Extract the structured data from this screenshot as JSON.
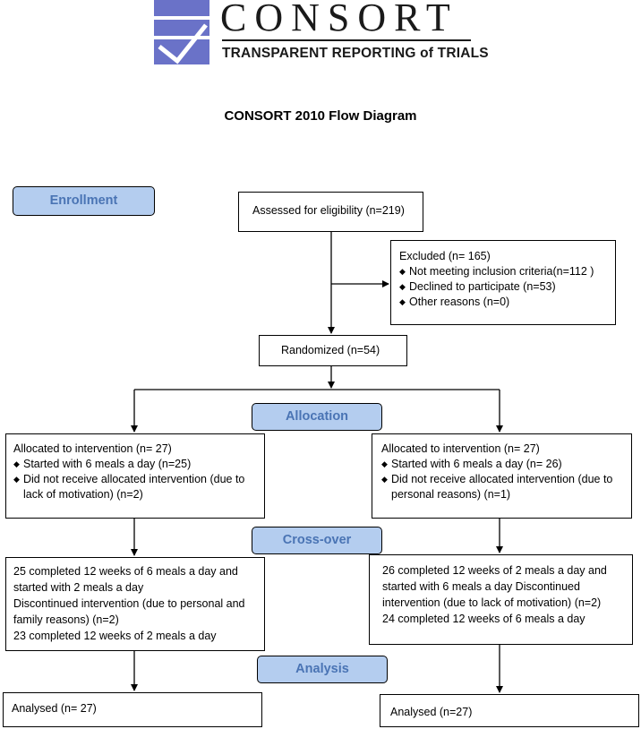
{
  "logo": {
    "wordmark": "CONSORT",
    "subtitle": "TRANSPARENT REPORTING of TRIALS",
    "colors": {
      "mark": "#6a72c8",
      "text": "#1a1a1a"
    }
  },
  "title": "CONSORT 2010 Flow Diagram",
  "stages": {
    "enrollment": "Enrollment",
    "allocation": "Allocation",
    "crossover": "Cross-over",
    "analysis": "Analysis"
  },
  "assessed": "Assessed for eligibility (n=219)",
  "excluded": {
    "heading": "Excluded (n= 165)",
    "items": [
      "Not meeting inclusion criteria(n=112 )",
      "Declined to participate (n=53)",
      "Other reasons (n=0)"
    ]
  },
  "randomized": "Randomized (n=54)",
  "left": {
    "allocation": {
      "heading": "Allocated to intervention (n= 27)",
      "items": [
        "Started with 6 meals a day (n=25)",
        "Did not receive allocated intervention (due to lack of motivation) (n=2)"
      ]
    },
    "crossover": [
      "25 completed 12 weeks of 6 meals a day and started with 2 meals a day",
      "Discontinued intervention (due to personal and family reasons) (n=2)",
      "23 completed 12 weeks of 2 meals a day"
    ],
    "analysis": "Analysed  (n= 27)"
  },
  "right": {
    "allocation": {
      "heading": "Allocated to intervention (n= 27)",
      "items": [
        "Started with 6 meals a day (n= 26)",
        "Did not receive allocated intervention (due to personal reasons) (n=1)"
      ]
    },
    "crossover": [
      "26 completed 12 weeks of 2 meals a day and started with 6 meals a day Discontinued intervention (due to lack of motivation) (n=2)",
      "24 completed 12 weeks of 6 meals a day"
    ],
    "analysis": "Analysed  (n=27)"
  },
  "colors": {
    "stage_fill": "#b4cdef",
    "stage_text": "#4a74b4",
    "line": "#000000"
  }
}
